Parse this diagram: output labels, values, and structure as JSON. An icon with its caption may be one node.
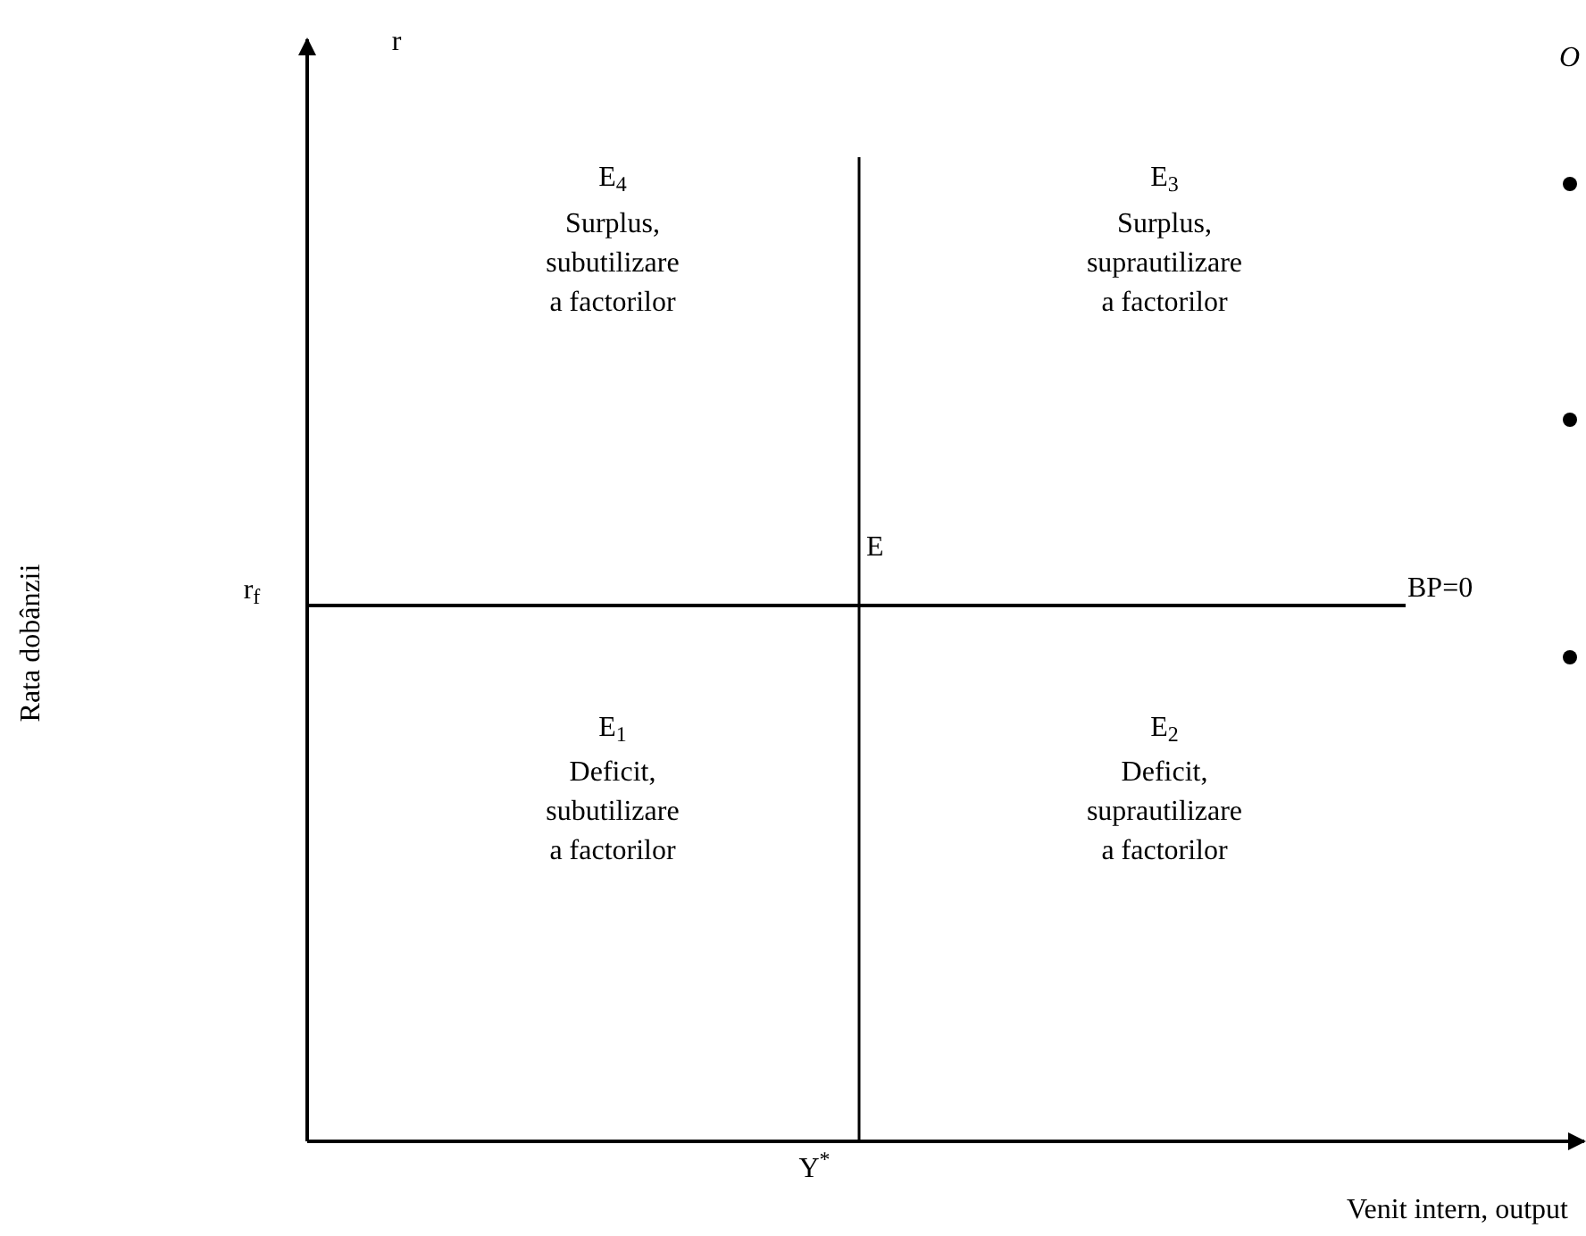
{
  "diagram": {
    "labels": [
      "r",
      "O",
      "E$_{4}$",
      "Surplus, subutilizare a factorilor",
      "E$_{3}$",
      "Surplus, suprautilizare a factorilor",
      "Rata dobânzii",
      "r$_{f}$",
      "E",
      "BP=0",
      "E$_{1}$",
      "Deficit, subutilizare a factorilor",
      "E$_{2}$",
      "Deficit, suprautilizare a factorilor",
      "Y$^{*}$",
      "Venit intern, output"
    ]
  }
}
